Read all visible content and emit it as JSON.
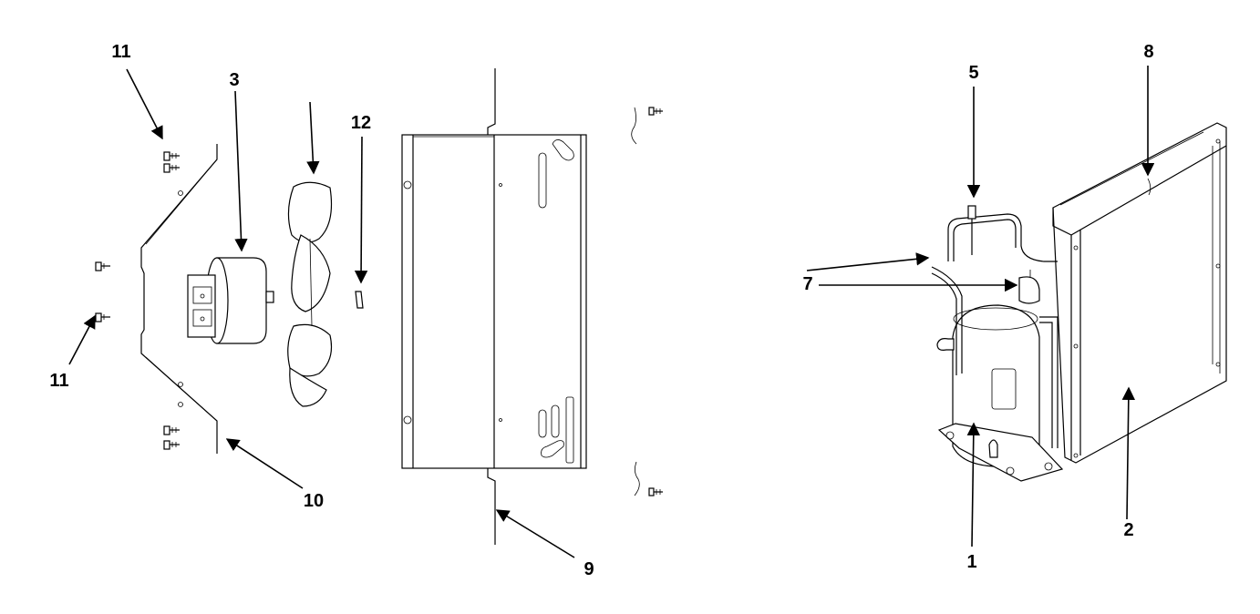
{
  "diagram": {
    "callouts": [
      {
        "id": "c11a",
        "label": "11"
      },
      {
        "id": "c3",
        "label": "3"
      },
      {
        "id": "c12",
        "label": "12"
      },
      {
        "id": "c11b",
        "label": "11"
      },
      {
        "id": "c10",
        "label": "10"
      },
      {
        "id": "c9",
        "label": "9"
      },
      {
        "id": "c5",
        "label": "5"
      },
      {
        "id": "c8",
        "label": "8"
      },
      {
        "id": "c7",
        "label": "7"
      },
      {
        "id": "c1",
        "label": "1"
      },
      {
        "id": "c2",
        "label": "2"
      }
    ]
  }
}
